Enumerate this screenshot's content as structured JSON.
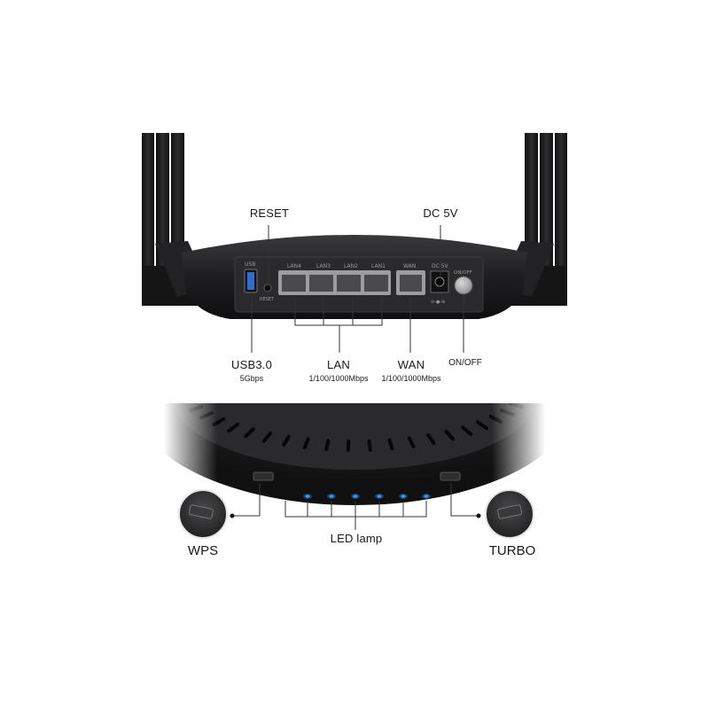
{
  "back_panel": {
    "reset_label": "RESET",
    "dc_label": "DC 5V",
    "usb": {
      "title": "USB3.0",
      "speed": "5Gbps"
    },
    "lan": {
      "title": "LAN",
      "speed": "1/100/1000Mbps"
    },
    "wan": {
      "title": "WAN",
      "speed": "1/100/1000Mbps"
    },
    "power_label": "ON/OFF",
    "printed": {
      "usb": "USB",
      "reset": "RESET",
      "lan4": "LAN4",
      "lan3": "LAN3",
      "lan2": "LAN2",
      "lan1": "LAN1",
      "wan": "WAN",
      "dc": "DC 5V",
      "onoff": "ON/OFF"
    }
  },
  "front_panel": {
    "wps_label": "WPS",
    "turbo_label": "TURBO",
    "led_label": "LED lamp",
    "led_count": 6,
    "led_color": "#2b9bff"
  },
  "colors": {
    "router_body": "#1c1c1e",
    "panel": "#2a2a2c",
    "callout_line": "#333333"
  }
}
